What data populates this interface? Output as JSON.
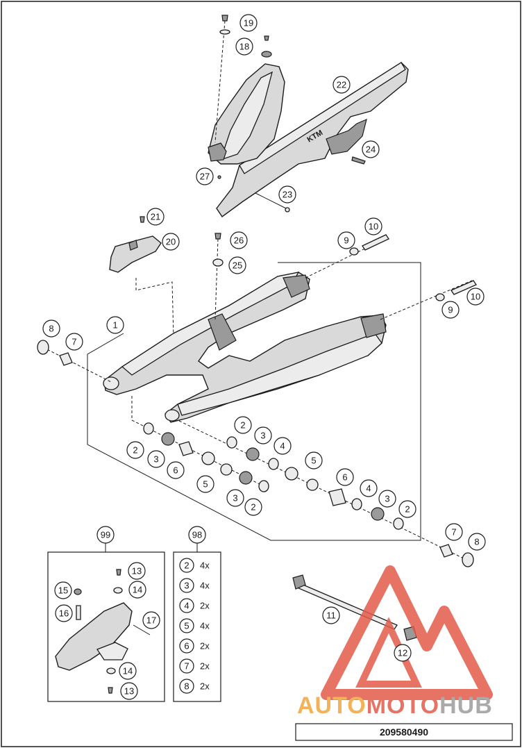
{
  "callouts": {
    "c1": "1",
    "c2a": "2",
    "c2b": "2",
    "c2c": "2",
    "c2d": "2",
    "c3a": "3",
    "c3b": "3",
    "c3c": "3",
    "c3d": "3",
    "c4a": "4",
    "c4b": "4",
    "c5a": "5",
    "c5b": "5",
    "c6a": "6",
    "c6b": "6",
    "c7a": "7",
    "c7b": "7",
    "c8a": "8",
    "c8b": "8",
    "c9a": "9",
    "c9b": "9",
    "c10a": "10",
    "c10b": "10",
    "c11": "11",
    "c12": "12",
    "c13a": "13",
    "c13b": "13",
    "c14a": "14",
    "c14b": "14",
    "c15": "15",
    "c16": "16",
    "c17": "17",
    "c18": "18",
    "c19": "19",
    "c20": "20",
    "c21": "21",
    "c22": "22",
    "c23": "23",
    "c24": "24",
    "c25": "25",
    "c26": "26",
    "c27": "27",
    "c98": "98",
    "c99": "99"
  },
  "quantity_table": [
    {
      "part": "2",
      "qty": "4x"
    },
    {
      "part": "3",
      "qty": "4x"
    },
    {
      "part": "4",
      "qty": "2x"
    },
    {
      "part": "5",
      "qty": "4x"
    },
    {
      "part": "6",
      "qty": "2x"
    },
    {
      "part": "7",
      "qty": "2x"
    },
    {
      "part": "8",
      "qty": "2x"
    }
  ],
  "watermark": {
    "text_part1": "AUTO",
    "text_part2": "MOTO",
    "text_part3": "HUB",
    "color_red": "#e25b4a",
    "color_orange": "#f0a53a",
    "color_gray": "#9c9c9c"
  },
  "document_number": "209580490",
  "colors": {
    "line": "#1a1a1a",
    "part_fill": "#d9d9d9",
    "background": "#ffffff"
  }
}
